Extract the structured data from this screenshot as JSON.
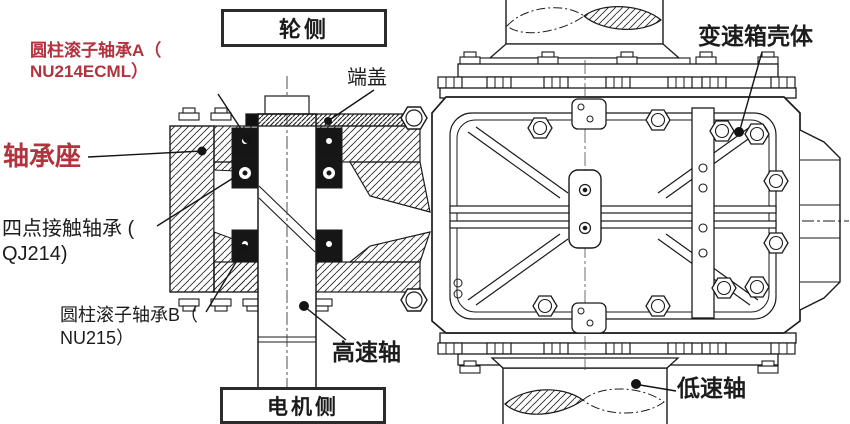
{
  "diagram": {
    "type": "engineering-cross-section",
    "subject": "wind-turbine gearbox high-speed shaft bearing arrangement",
    "background_color": "#ffffff",
    "line_color": "#1a1a1a",
    "accent_red": "#b2333e"
  },
  "boxes": {
    "wheel_side": "轮侧",
    "motor_side": "电机侧"
  },
  "labels": {
    "bearing_a_line1": "圆柱滚子轴承A（",
    "bearing_a_line2": "NU214ECML）",
    "bearing_seat": "轴承座",
    "four_point_line1": "四点接触轴承 (",
    "four_point_line2": "QJ214)",
    "bearing_b_line1": "圆柱滚子轴承B（",
    "bearing_b_line2": "NU215）",
    "end_cover": "端盖",
    "high_speed_shaft": "高速轴",
    "gearbox_housing": "变速箱壳体",
    "low_speed_shaft": "低速轴"
  }
}
